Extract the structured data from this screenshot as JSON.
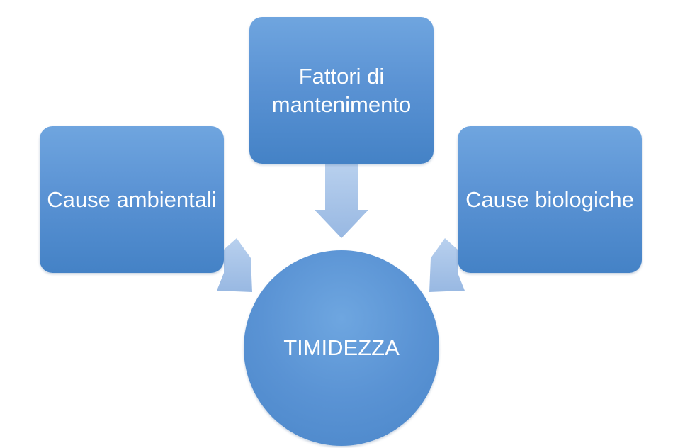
{
  "diagram": {
    "center": "TIMIDEZZA",
    "nodes": {
      "left": "Cause ambientali",
      "top": "Fattori di mantenimento",
      "right": "Cause biologiche"
    }
  },
  "colors": {
    "box_fill": "#5b93d4",
    "arrow_fill": "#a9c4e6",
    "text": "#ffffff"
  }
}
